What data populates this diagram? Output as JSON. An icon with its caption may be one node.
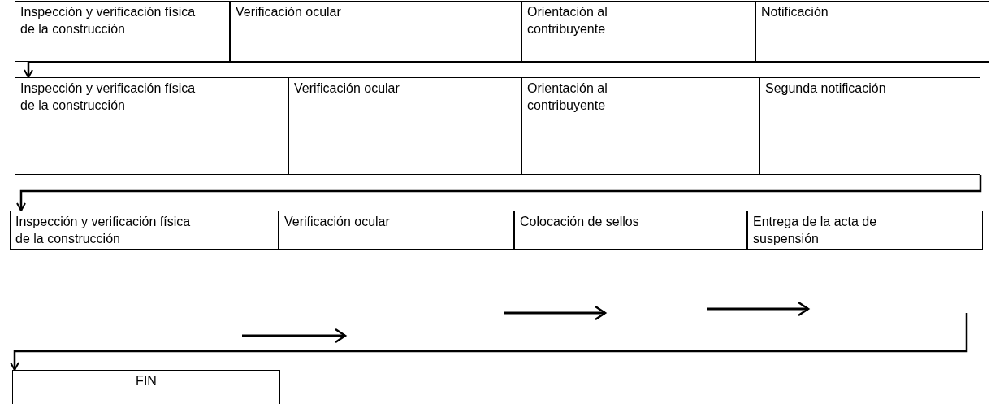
{
  "diagram": {
    "nodes": [
      {
        "text": [
          "Inspección y verificación física de la construcción"
        ]
      },
      {
        "text": [
          "Verificación ocular"
        ]
      },
      {
        "text": [
          "Orientación al contribuyente"
        ]
      },
      {
        "text": [
          "Notificación"
        ]
      },
      {
        "text": [
          "Inspección y verificación física de la construcción"
        ]
      },
      {
        "text": [
          "Verificación ocular"
        ]
      },
      {
        "text": [
          "Orientación al contribuyente"
        ]
      },
      {
        "text": [
          "Segunda notificación"
        ]
      },
      {
        "text": [
          "Inspección y verificación física de la construcción"
        ]
      },
      {
        "text": [
          "Verificación ocular"
        ]
      },
      {
        "text": [
          "Colocación de sellos"
        ]
      },
      {
        "text": [
          "Entrega de la acta de suspensión"
        ]
      },
      {
        "text": [
          "FIN"
        ]
      }
    ],
    "edges": [
      {
        "from": 3,
        "to": 4,
        "arrow": "to"
      },
      {
        "from": 7,
        "to": 8,
        "arrow": "to"
      },
      {
        "from": 11,
        "to": 12,
        "arrow": "to"
      }
    ]
  }
}
